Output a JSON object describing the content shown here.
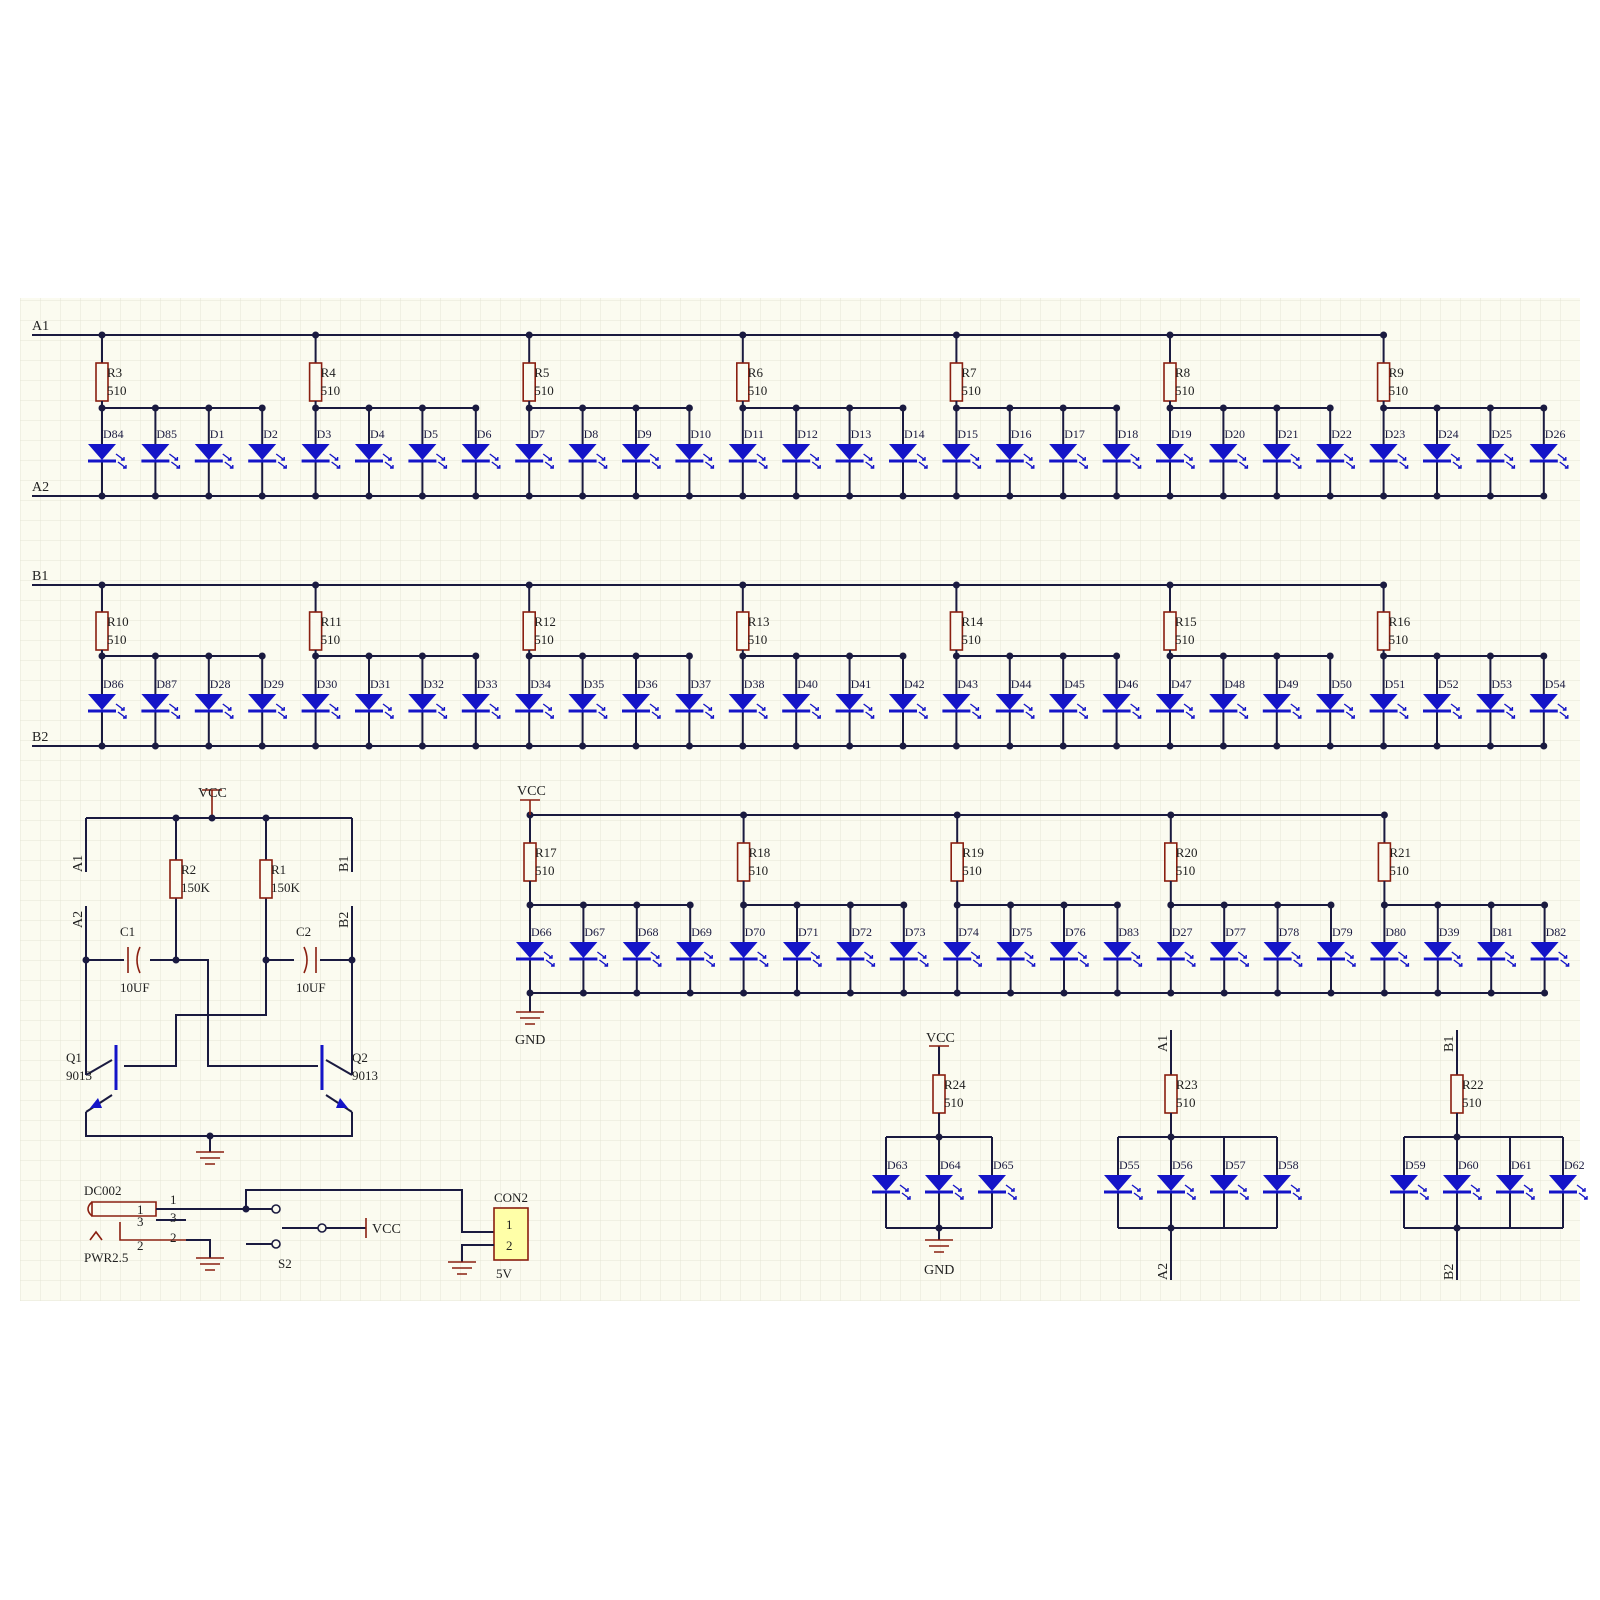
{
  "colors": {
    "sheet": "#fbfbf0",
    "grid": "#e4e4d6",
    "wire": "#1a1a40",
    "component": "#8a1f10",
    "led": "#1414c8"
  },
  "nets": {
    "a1": "A1",
    "a2": "A2",
    "b1": "B1",
    "b2": "B2",
    "vcc": "VCC",
    "gnd": "GND"
  },
  "bank_a": {
    "resistors": [
      {
        "ref": "R3",
        "value": "510"
      },
      {
        "ref": "R4",
        "value": "510"
      },
      {
        "ref": "R5",
        "value": "510"
      },
      {
        "ref": "R6",
        "value": "510"
      },
      {
        "ref": "R7",
        "value": "510"
      },
      {
        "ref": "R8",
        "value": "510"
      },
      {
        "ref": "R9",
        "value": "510"
      }
    ],
    "leds": [
      "D84",
      "D85",
      "D1",
      "D2",
      "D3",
      "D4",
      "D5",
      "D6",
      "D7",
      "D8",
      "D9",
      "D10",
      "D11",
      "D12",
      "D13",
      "D14",
      "D15",
      "D16",
      "D17",
      "D18",
      "D19",
      "D20",
      "D21",
      "D22",
      "D23",
      "D24",
      "D25",
      "D26"
    ]
  },
  "bank_b": {
    "resistors": [
      {
        "ref": "R10",
        "value": "510"
      },
      {
        "ref": "R11",
        "value": "510"
      },
      {
        "ref": "R12",
        "value": "510"
      },
      {
        "ref": "R13",
        "value": "510"
      },
      {
        "ref": "R14",
        "value": "510"
      },
      {
        "ref": "R15",
        "value": "510"
      },
      {
        "ref": "R16",
        "value": "510"
      }
    ],
    "leds": [
      "D86",
      "D87",
      "D28",
      "D29",
      "D30",
      "D31",
      "D32",
      "D33",
      "D34",
      "D35",
      "D36",
      "D37",
      "D38",
      "D40",
      "D41",
      "D42",
      "D43",
      "D44",
      "D45",
      "D46",
      "D47",
      "D48",
      "D49",
      "D50",
      "D51",
      "D52",
      "D53",
      "D54"
    ]
  },
  "bank_c": {
    "resistors": [
      {
        "ref": "R17",
        "value": "510"
      },
      {
        "ref": "R18",
        "value": "510"
      },
      {
        "ref": "R19",
        "value": "510"
      },
      {
        "ref": "R20",
        "value": "510"
      },
      {
        "ref": "R21",
        "value": "510"
      }
    ],
    "leds": [
      "D66",
      "D67",
      "D68",
      "D69",
      "D70",
      "D71",
      "D72",
      "D73",
      "D74",
      "D75",
      "D76",
      "D83",
      "D27",
      "D77",
      "D78",
      "D79",
      "D80",
      "D39",
      "D81",
      "D82"
    ]
  },
  "oscillator": {
    "r1": {
      "ref": "R1",
      "value": "150K"
    },
    "r2": {
      "ref": "R2",
      "value": "150K"
    },
    "c1": {
      "ref": "C1",
      "value": "10UF"
    },
    "c2": {
      "ref": "C2",
      "value": "10UF"
    },
    "q1": {
      "ref": "Q1",
      "value": "9013"
    },
    "q2": {
      "ref": "Q2",
      "value": "9013"
    }
  },
  "small_vcc": {
    "resistor": {
      "ref": "R24",
      "value": "510"
    },
    "leds": [
      "D63",
      "D64",
      "D65"
    ]
  },
  "small_a": {
    "resistor": {
      "ref": "R23",
      "value": "510"
    },
    "leds": [
      "D55",
      "D56",
      "D57",
      "D58"
    ]
  },
  "small_b": {
    "resistor": {
      "ref": "R22",
      "value": "510"
    },
    "leds": [
      "D59",
      "D60",
      "D61",
      "D62"
    ]
  },
  "power": {
    "jack_ref": "DC002",
    "jack_value": "PWR2.5",
    "pins": [
      "1",
      "1",
      "3",
      "3",
      "2",
      "2"
    ],
    "switch_ref": "S2",
    "connector_ref": "CON2",
    "connector_value": "5V",
    "connector_pins": [
      "1",
      "2"
    ]
  }
}
